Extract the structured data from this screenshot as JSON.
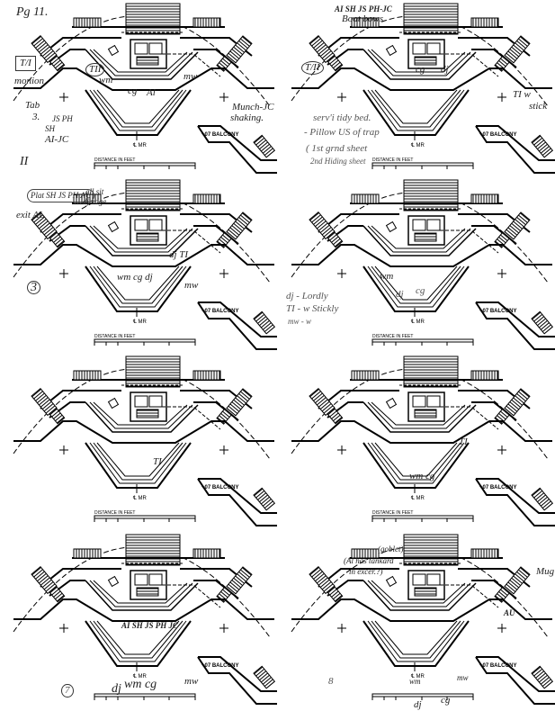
{
  "page": {
    "label": "Pg 11."
  },
  "diagram": {
    "balcony_label": "+07 BALCONY",
    "scale_label": "DISTANCE IN FEET",
    "centerline_label": "℄ MR"
  },
  "panels": [
    {
      "notes": [
        "T/I",
        "monion",
        "TII",
        "wm",
        "cg",
        "Al",
        "mw",
        "Munch-JC",
        "shaking.",
        "Tab",
        "3.",
        "JS PH",
        "SH",
        "AI-JC",
        "II"
      ]
    },
    {
      "notes": [
        "AI SH JS PH-JC",
        "Boat bows",
        "T/II",
        "cg",
        "dj",
        "TI w",
        "stick",
        "serv'i tidy bed.",
        "- Pillow US of trap",
        "( 1st grnd sheet",
        "2nd Hiding sheet"
      ]
    },
    {
      "notes": [
        "Plat SH JS PH AU",
        "all sit",
        "dj edge",
        "exit AL",
        "dj TI",
        "wm cg dj",
        "mw",
        "3"
      ]
    },
    {
      "notes": [
        "dj - Lordly",
        "TI - w Stickly",
        "mw - w",
        "wm",
        "dj",
        "cg"
      ]
    },
    {
      "notes": [
        "TI"
      ]
    },
    {
      "notes": [
        "wm cg",
        "TI"
      ]
    },
    {
      "notes": [
        "AI SH JS PH JC",
        "wm cg",
        "dj",
        "mw",
        "7"
      ]
    },
    {
      "notes": [
        "(goblet)",
        "(Al has tankard",
        "in excer.?)",
        "Mug",
        "AU",
        "8",
        "wm",
        "mw",
        "dj",
        "cg"
      ]
    }
  ]
}
